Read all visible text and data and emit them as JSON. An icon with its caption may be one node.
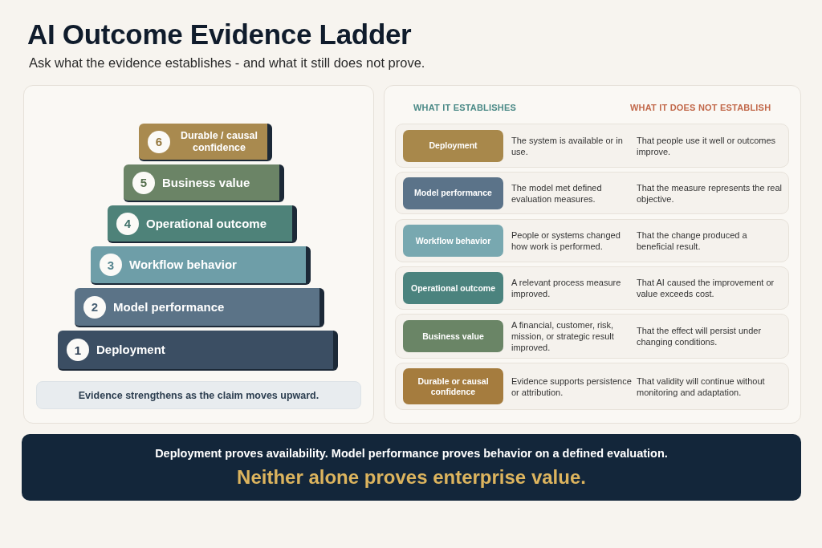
{
  "diagram": {
    "title": "AI Outcome Evidence Ladder",
    "nodes": [
      {
        "text": [
          "Durable / causal confidence"
        ]
      },
      {
        "text": [
          "6"
        ],
        "in": 0
      },
      {
        "text": [
          "Business value"
        ]
      },
      {
        "text": [
          "5"
        ],
        "in": 2
      },
      {
        "text": [
          "Operational outcome"
        ]
      },
      {
        "text": [
          "4"
        ],
        "in": 4
      },
      {
        "text": [
          "Workflow behavior"
        ]
      },
      {
        "text": [
          "3"
        ],
        "in": 6
      },
      {
        "text": [
          "Model performance"
        ]
      },
      {
        "text": [
          "2"
        ],
        "in": 8
      },
      {
        "text": [
          "Deployment"
        ]
      },
      {
        "text": [
          "1"
        ],
        "in": 10
      },
      {
        "text": [
          "Evidence strengthens as the claim moves upward."
        ]
      },
      {
        "text": [
          "The system is available or in use.",
          "That people use it well or outcomes improve."
        ]
      },
      {
        "text": [
          "Deployment"
        ],
        "in": 13
      },
      {
        "text": [
          "The model met defined evaluation measures.",
          "That the measure represents the real objective."
        ]
      },
      {
        "text": [
          "Model performance"
        ],
        "in": 15
      },
      {
        "text": [
          "People or systems changed how work is performed.",
          "That the change produced a beneficial result."
        ]
      },
      {
        "text": [
          "Workflow behavior"
        ],
        "in": 17
      },
      {
        "text": [
          "A relevant process measure improved.",
          "That AI caused the improvement or value exceeds cost."
        ]
      },
      {
        "text": [
          "Operational outcome"
        ],
        "in": 19
      },
      {
        "text": [
          "A financial, customer, risk, mission, or strategic result improved.",
          "That the effect will persist under changing conditions."
        ]
      },
      {
        "text": [
          "Business value"
        ],
        "in": 21
      },
      {
        "text": [
          "Evidence supports persistence or attribution.",
          "That validity will continue without monitoring and adaptation."
        ]
      },
      {
        "text": [
          "Durable or causal confidence"
        ],
        "in": 23
      },
      {
        "text": [
          "Deployment proves availability. Model performance proves behavior on a defined evaluation.",
          "Neither alone proves enterprise value."
        ]
      }
    ],
    "labels": [
      "Ask what the evidence establishes - and what it still does not prove.",
      "WHAT IT ESTABLISHES",
      "WHAT IT DOES NOT ESTABLISH"
    ]
  }
}
